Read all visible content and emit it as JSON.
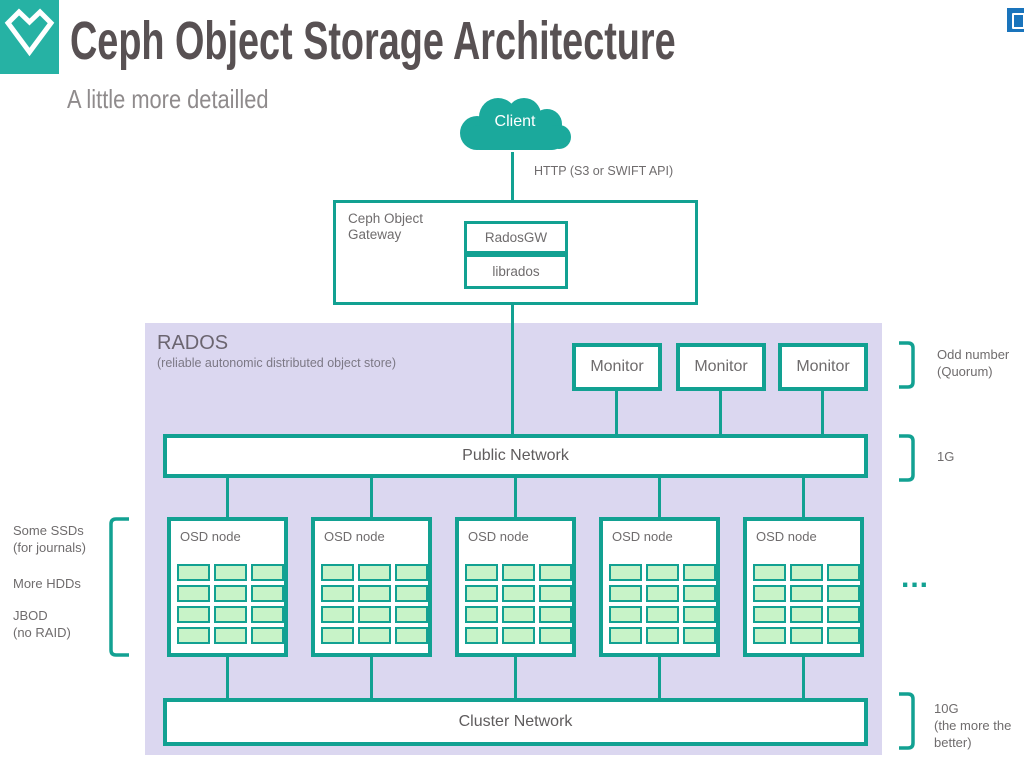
{
  "slide": {
    "title": "Ceph Object Storage Architecture",
    "subtitle": "A little more detailled"
  },
  "client": {
    "label": "Client"
  },
  "connections": {
    "http_label": "HTTP (S3 or SWIFT API)"
  },
  "gateway": {
    "label": "Ceph Object Gateway",
    "radosgw": "RadosGW",
    "librados": "librados"
  },
  "rados": {
    "title": "RADOS",
    "subtitle": "(reliable autonomic distributed object store)"
  },
  "monitors": [
    "Monitor",
    "Monitor",
    "Monitor"
  ],
  "networks": {
    "public": "Public Network",
    "cluster": "Cluster Network"
  },
  "osd": {
    "label": "OSD node",
    "count": 5,
    "disk_rows": 4,
    "disk_cols": 3
  },
  "annotations": {
    "quorum_line1": "Odd number",
    "quorum_line2": "(Quorum)",
    "public_speed": "1G",
    "cluster_speed_line1": "10G",
    "cluster_speed_line2": "(the more the",
    "cluster_speed_line3": "better)",
    "ssd_line1": "Some SSDs",
    "ssd_line2": "(for journals)",
    "hdd": "More HDDs",
    "jbod_line1": "JBOD",
    "jbod_line2": "(no RAID)",
    "more_nodes": "..."
  },
  "colors": {
    "teal": "#12a192",
    "logo_teal": "#26b2a4",
    "cloud_teal": "#1ba99c",
    "rados_bg": "#dbd7f0",
    "disk_fill": "#c8f3c8",
    "title_text": "#585153",
    "label_text": "#6f6c6d",
    "download_blue": "#1a74bc"
  }
}
